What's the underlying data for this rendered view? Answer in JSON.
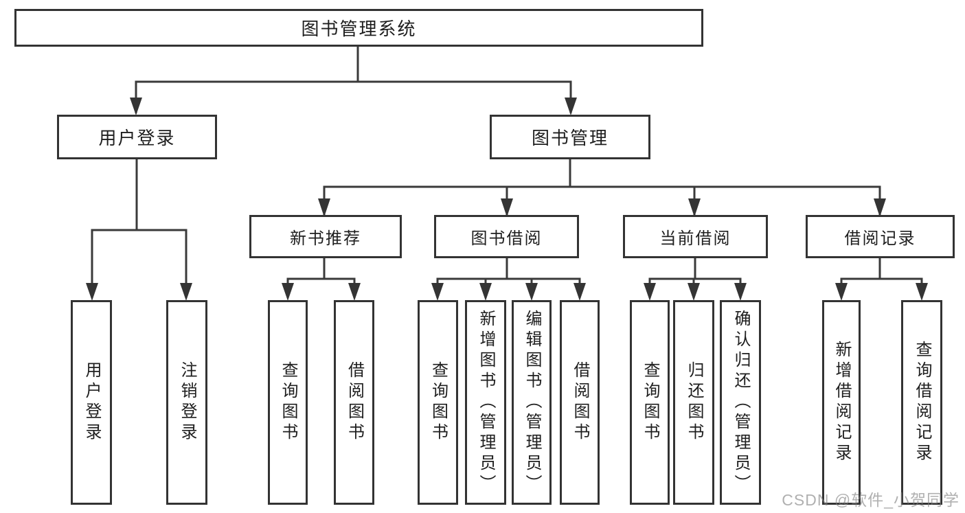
{
  "nodes": {
    "root": "图书管理系统",
    "level2": [
      "用户登录",
      "图书管理"
    ],
    "level3": [
      "新书推荐",
      "图书借阅",
      "当前借阅",
      "借阅记录"
    ],
    "leaves": {
      "user_login": [
        "用户登录",
        "注销登录"
      ],
      "new_book_rec": [
        "查询图书",
        "借阅图书"
      ],
      "book_borrow": [
        "查询图书",
        "新增图书（管理员）",
        "编辑图书（管理员）",
        "借阅图书"
      ],
      "current_borrow": [
        "查询图书",
        "归还图书",
        "确认归还（管理员）"
      ],
      "borrow_records": [
        "新增借阅记录",
        "查询借阅记录"
      ]
    }
  },
  "colors": {
    "line": "#3a3a3a",
    "box_border": "#333333",
    "text": "#1e1e1e",
    "background": "#ffffff",
    "watermark": "#808080"
  },
  "watermark": "CSDN @软件_小贺同学"
}
